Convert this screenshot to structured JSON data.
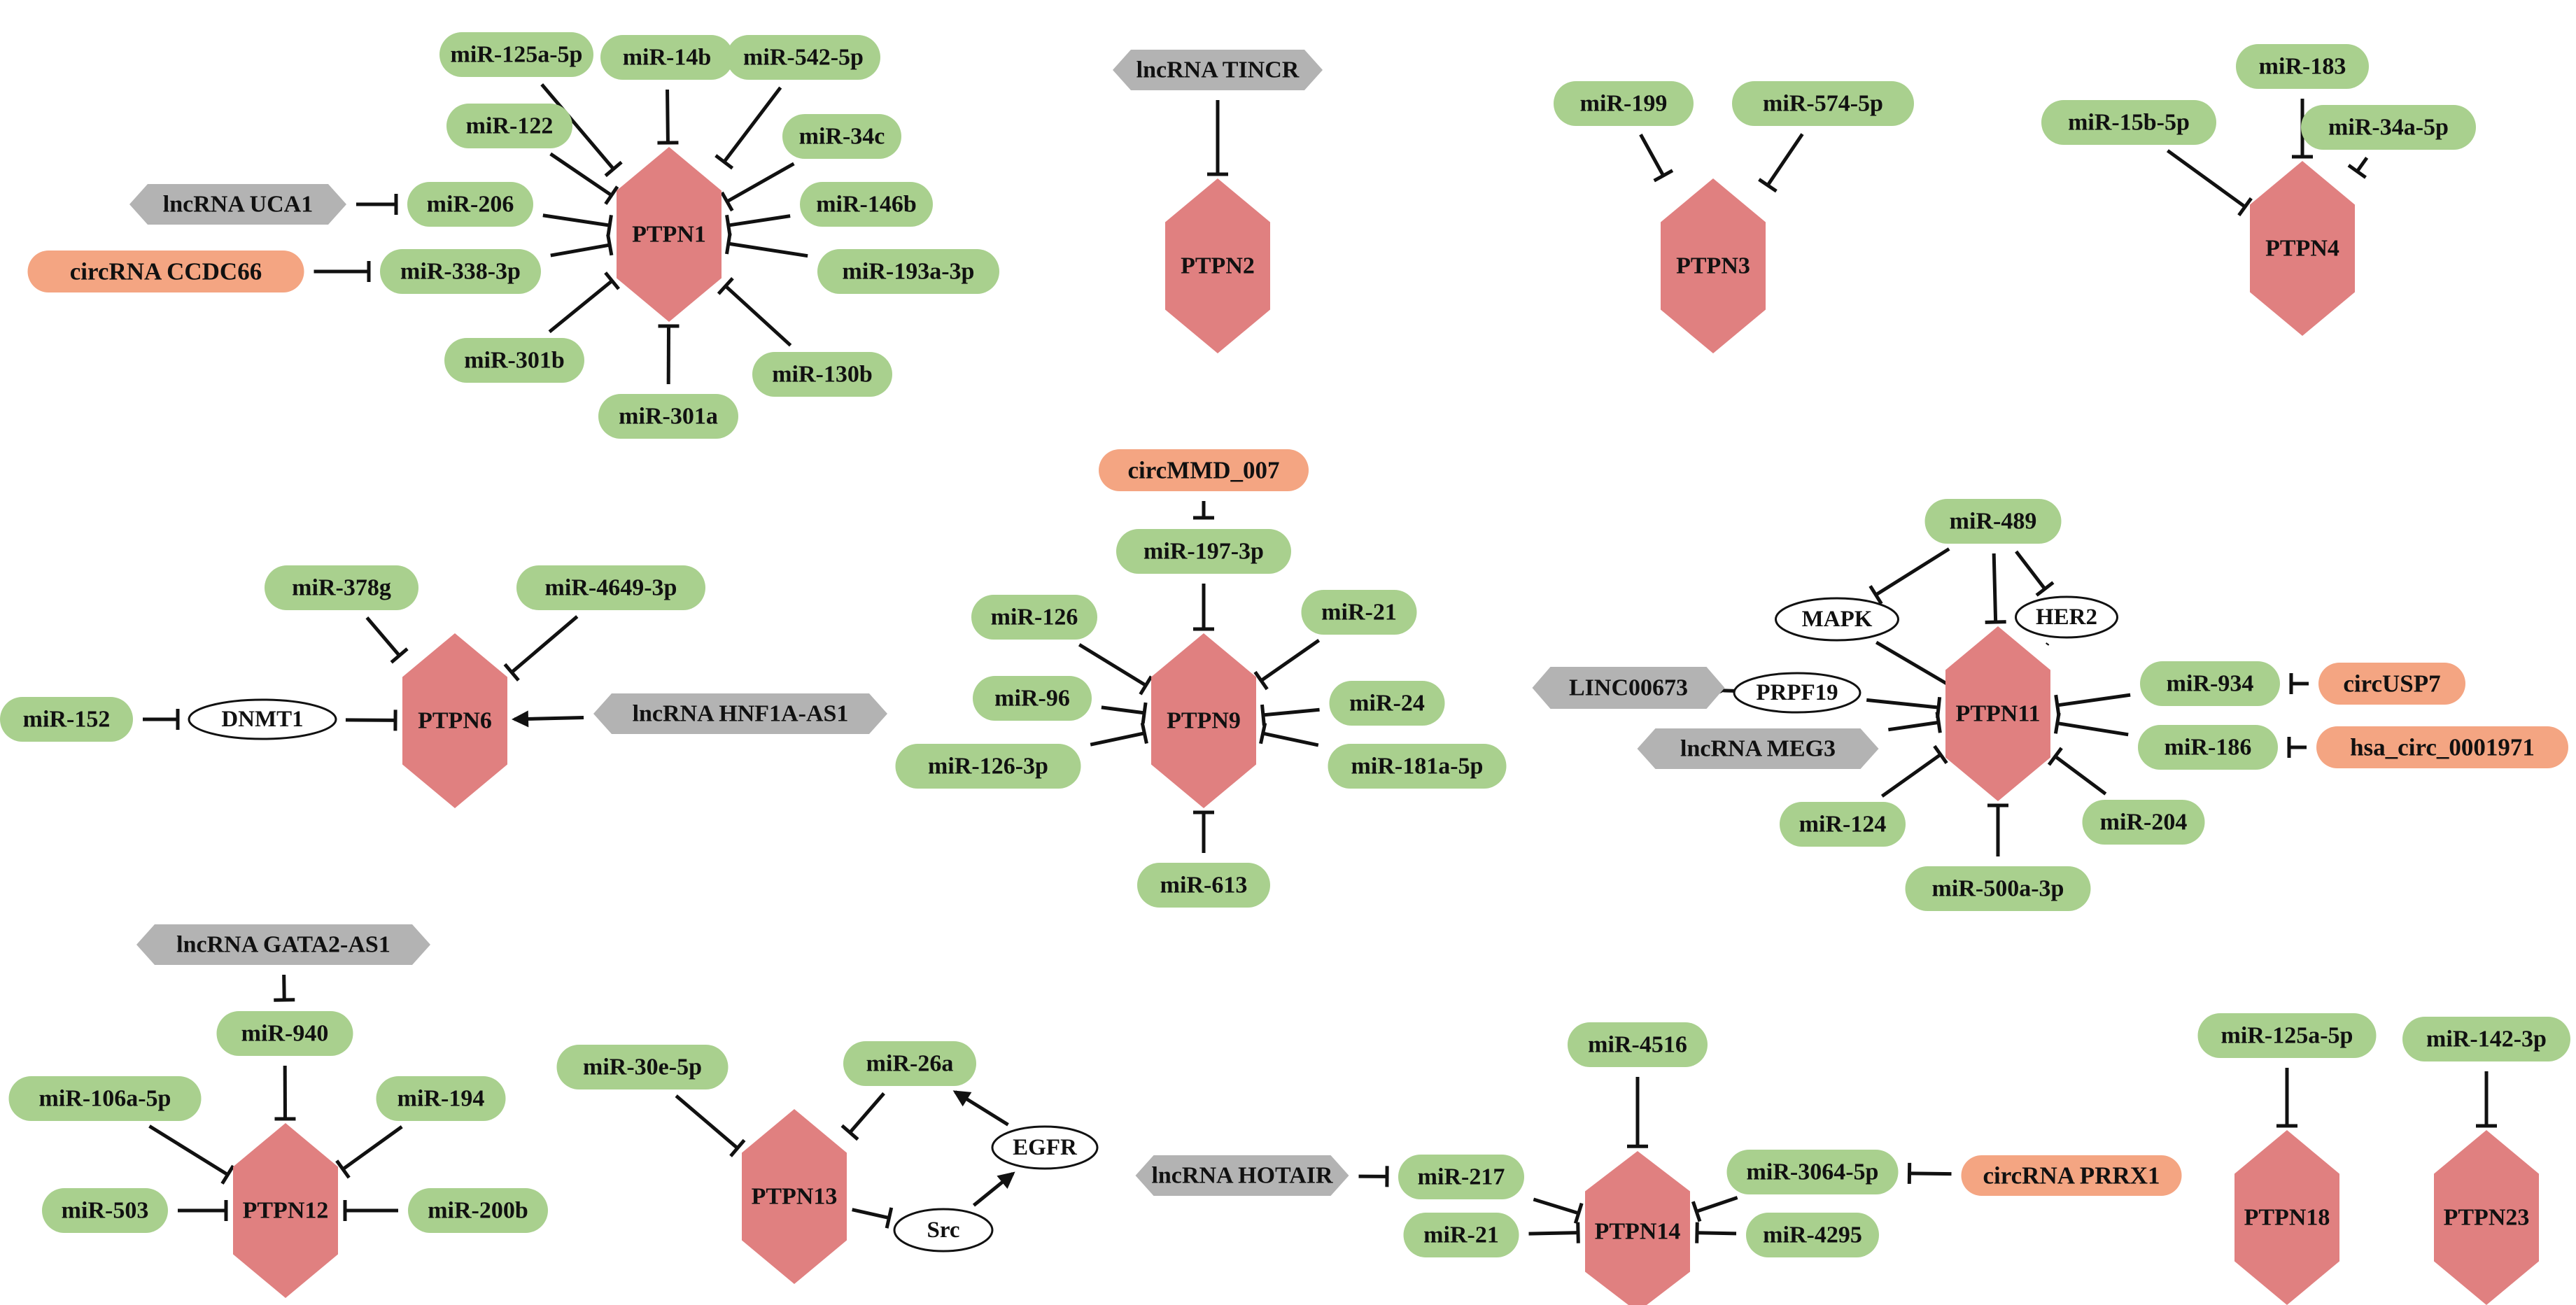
{
  "colors": {
    "mirna": "#a9d08e",
    "protein": "#e08080",
    "circrna": "#f4a582",
    "lncrna": "#b3b3b3",
    "other": "#ffffff",
    "line": "#111111"
  },
  "nodes": [
    {
      "id": "ptpn1",
      "label": "PTPN1",
      "type": "protein"
    },
    {
      "id": "ptpn2",
      "label": "PTPN2",
      "type": "protein"
    },
    {
      "id": "ptpn3",
      "label": "PTPN3",
      "type": "protein"
    },
    {
      "id": "ptpn4",
      "label": "PTPN4",
      "type": "protein"
    },
    {
      "id": "ptpn6",
      "label": "PTPN6",
      "type": "protein"
    },
    {
      "id": "ptpn9",
      "label": "PTPN9",
      "type": "protein"
    },
    {
      "id": "ptpn11",
      "label": "PTPN11",
      "type": "protein"
    },
    {
      "id": "ptpn12",
      "label": "PTPN12",
      "type": "protein"
    },
    {
      "id": "ptpn13",
      "label": "PTPN13",
      "type": "protein"
    },
    {
      "id": "ptpn14",
      "label": "PTPN14",
      "type": "protein"
    },
    {
      "id": "ptpn18",
      "label": "PTPN18",
      "type": "protein"
    },
    {
      "id": "ptpn23",
      "label": "PTPN23",
      "type": "protein"
    },
    {
      "id": "m125a5p",
      "label": "miR-125a-5p",
      "type": "mirna"
    },
    {
      "id": "m14b",
      "label": "miR-14b",
      "type": "mirna"
    },
    {
      "id": "m5425p",
      "label": "miR-542-5p",
      "type": "mirna"
    },
    {
      "id": "m122",
      "label": "miR-122",
      "type": "mirna"
    },
    {
      "id": "m34c",
      "label": "miR-34c",
      "type": "mirna"
    },
    {
      "id": "m206",
      "label": "miR-206",
      "type": "mirna"
    },
    {
      "id": "m146b",
      "label": "miR-146b",
      "type": "mirna"
    },
    {
      "id": "m3383p",
      "label": "miR-338-3p",
      "type": "mirna"
    },
    {
      "id": "m193a3p",
      "label": "miR-193a-3p",
      "type": "mirna"
    },
    {
      "id": "m301b",
      "label": "miR-301b",
      "type": "mirna"
    },
    {
      "id": "m130b",
      "label": "miR-130b",
      "type": "mirna"
    },
    {
      "id": "m301a",
      "label": "miR-301a",
      "type": "mirna"
    },
    {
      "id": "uca1",
      "label": "lncRNA UCA1",
      "type": "lncrna"
    },
    {
      "id": "ccdc66",
      "label": "circRNA CCDC66",
      "type": "circrna"
    },
    {
      "id": "tincr",
      "label": "lncRNA TINCR",
      "type": "lncrna"
    },
    {
      "id": "m199",
      "label": "miR-199",
      "type": "mirna"
    },
    {
      "id": "m5745p",
      "label": "miR-574-5p",
      "type": "mirna"
    },
    {
      "id": "m183",
      "label": "miR-183",
      "type": "mirna"
    },
    {
      "id": "m15b5p",
      "label": "miR-15b-5p",
      "type": "mirna"
    },
    {
      "id": "m34a5p",
      "label": "miR-34a-5p",
      "type": "mirna"
    },
    {
      "id": "m378g",
      "label": "miR-378g",
      "type": "mirna"
    },
    {
      "id": "m46493p",
      "label": "miR-4649-3p",
      "type": "mirna"
    },
    {
      "id": "m152",
      "label": "miR-152",
      "type": "mirna"
    },
    {
      "id": "dnmt1",
      "label": "DNMT1",
      "type": "other"
    },
    {
      "id": "hnf1a",
      "label": "lncRNA HNF1A-AS1",
      "type": "lncrna"
    },
    {
      "id": "circmmd",
      "label": "circMMD_007",
      "type": "circrna"
    },
    {
      "id": "m1973p",
      "label": "miR-197-3p",
      "type": "mirna"
    },
    {
      "id": "m126",
      "label": "miR-126",
      "type": "mirna"
    },
    {
      "id": "m21a",
      "label": "miR-21",
      "type": "mirna"
    },
    {
      "id": "m96",
      "label": "miR-96",
      "type": "mirna"
    },
    {
      "id": "m24",
      "label": "miR-24",
      "type": "mirna"
    },
    {
      "id": "m1263p",
      "label": "miR-126-3p",
      "type": "mirna"
    },
    {
      "id": "m181a5p",
      "label": "miR-181a-5p",
      "type": "mirna"
    },
    {
      "id": "m613",
      "label": "miR-613",
      "type": "mirna"
    },
    {
      "id": "m489",
      "label": "miR-489",
      "type": "mirna"
    },
    {
      "id": "mapk",
      "label": "MAPK",
      "type": "other"
    },
    {
      "id": "her2",
      "label": "HER2",
      "type": "other"
    },
    {
      "id": "linc00673",
      "label": "LINC00673",
      "type": "lncrna"
    },
    {
      "id": "prpf19",
      "label": "PRPF19",
      "type": "other"
    },
    {
      "id": "m934",
      "label": "miR-934",
      "type": "mirna"
    },
    {
      "id": "circusp7",
      "label": "circUSP7",
      "type": "circrna"
    },
    {
      "id": "meg3",
      "label": "lncRNA MEG3",
      "type": "lncrna"
    },
    {
      "id": "m186",
      "label": "miR-186",
      "type": "mirna"
    },
    {
      "id": "hsacirc",
      "label": "hsa_circ_0001971",
      "type": "circrna"
    },
    {
      "id": "m124",
      "label": "miR-124",
      "type": "mirna"
    },
    {
      "id": "m204",
      "label": "miR-204",
      "type": "mirna"
    },
    {
      "id": "m500a3p",
      "label": "miR-500a-3p",
      "type": "mirna"
    },
    {
      "id": "gata2",
      "label": "lncRNA GATA2-AS1",
      "type": "lncrna"
    },
    {
      "id": "m940",
      "label": "miR-940",
      "type": "mirna"
    },
    {
      "id": "m106a5p",
      "label": "miR-106a-5p",
      "type": "mirna"
    },
    {
      "id": "m194",
      "label": "miR-194",
      "type": "mirna"
    },
    {
      "id": "m503",
      "label": "miR-503",
      "type": "mirna"
    },
    {
      "id": "m200b",
      "label": "miR-200b",
      "type": "mirna"
    },
    {
      "id": "m30e5p",
      "label": "miR-30e-5p",
      "type": "mirna"
    },
    {
      "id": "m26a",
      "label": "miR-26a",
      "type": "mirna"
    },
    {
      "id": "egfr",
      "label": "EGFR",
      "type": "other"
    },
    {
      "id": "src",
      "label": "Src",
      "type": "other"
    },
    {
      "id": "m4516",
      "label": "miR-4516",
      "type": "mirna"
    },
    {
      "id": "hotair",
      "label": "lncRNA HOTAIR",
      "type": "lncrna"
    },
    {
      "id": "m217",
      "label": "miR-217",
      "type": "mirna"
    },
    {
      "id": "m21b",
      "label": "miR-21",
      "type": "mirna"
    },
    {
      "id": "m30645p",
      "label": "miR-3064-5p",
      "type": "mirna"
    },
    {
      "id": "m4295",
      "label": "miR-4295",
      "type": "mirna"
    },
    {
      "id": "prrx1",
      "label": "circRNA PRRX1",
      "type": "circrna"
    },
    {
      "id": "m125a5pb",
      "label": "miR-125a-5p",
      "type": "mirna"
    },
    {
      "id": "m1423p",
      "label": "miR-142-3p",
      "type": "mirna"
    }
  ],
  "edges": [
    {
      "from": "m125a5p",
      "to": "ptpn1",
      "kind": "inhibit"
    },
    {
      "from": "m14b",
      "to": "ptpn1",
      "kind": "inhibit"
    },
    {
      "from": "m5425p",
      "to": "ptpn1",
      "kind": "inhibit"
    },
    {
      "from": "m122",
      "to": "ptpn1",
      "kind": "inhibit"
    },
    {
      "from": "m34c",
      "to": "ptpn1",
      "kind": "inhibit"
    },
    {
      "from": "m206",
      "to": "ptpn1",
      "kind": "inhibit"
    },
    {
      "from": "m146b",
      "to": "ptpn1",
      "kind": "inhibit"
    },
    {
      "from": "m3383p",
      "to": "ptpn1",
      "kind": "inhibit"
    },
    {
      "from": "m193a3p",
      "to": "ptpn1",
      "kind": "inhibit"
    },
    {
      "from": "m301b",
      "to": "ptpn1",
      "kind": "inhibit"
    },
    {
      "from": "m130b",
      "to": "ptpn1",
      "kind": "inhibit"
    },
    {
      "from": "m301a",
      "to": "ptpn1",
      "kind": "inhibit"
    },
    {
      "from": "uca1",
      "to": "m206",
      "kind": "inhibit"
    },
    {
      "from": "ccdc66",
      "to": "m3383p",
      "kind": "inhibit"
    },
    {
      "from": "tincr",
      "to": "ptpn2",
      "kind": "inhibit"
    },
    {
      "from": "m199",
      "to": "ptpn3",
      "kind": "inhibit"
    },
    {
      "from": "m5745p",
      "to": "ptpn3",
      "kind": "inhibit"
    },
    {
      "from": "m183",
      "to": "ptpn4",
      "kind": "inhibit"
    },
    {
      "from": "m15b5p",
      "to": "ptpn4",
      "kind": "inhibit"
    },
    {
      "from": "m34a5p",
      "to": "ptpn4",
      "kind": "inhibit"
    },
    {
      "from": "m378g",
      "to": "ptpn6",
      "kind": "inhibit"
    },
    {
      "from": "m46493p",
      "to": "ptpn6",
      "kind": "inhibit"
    },
    {
      "from": "m152",
      "to": "dnmt1",
      "kind": "inhibit"
    },
    {
      "from": "dnmt1",
      "to": "ptpn6",
      "kind": "inhibit"
    },
    {
      "from": "hnf1a",
      "to": "ptpn6",
      "kind": "activate"
    },
    {
      "from": "circmmd",
      "to": "m1973p",
      "kind": "inhibit"
    },
    {
      "from": "m1973p",
      "to": "ptpn9",
      "kind": "inhibit"
    },
    {
      "from": "m126",
      "to": "ptpn9",
      "kind": "inhibit"
    },
    {
      "from": "m21a",
      "to": "ptpn9",
      "kind": "inhibit"
    },
    {
      "from": "m96",
      "to": "ptpn9",
      "kind": "inhibit"
    },
    {
      "from": "m24",
      "to": "ptpn9",
      "kind": "inhibit"
    },
    {
      "from": "m1263p",
      "to": "ptpn9",
      "kind": "inhibit"
    },
    {
      "from": "m181a5p",
      "to": "ptpn9",
      "kind": "inhibit"
    },
    {
      "from": "m613",
      "to": "ptpn9",
      "kind": "inhibit"
    },
    {
      "from": "m489",
      "to": "mapk",
      "kind": "inhibit"
    },
    {
      "from": "m489",
      "to": "her2",
      "kind": "inhibit"
    },
    {
      "from": "m489",
      "to": "ptpn11",
      "kind": "inhibit"
    },
    {
      "from": "mapk",
      "to": "ptpn11",
      "kind": "line"
    },
    {
      "from": "her2",
      "to": "ptpn11",
      "kind": "line"
    },
    {
      "from": "linc00673",
      "to": "prpf19",
      "kind": "activate"
    },
    {
      "from": "prpf19",
      "to": "ptpn11",
      "kind": "inhibit"
    },
    {
      "from": "meg3",
      "to": "ptpn11",
      "kind": "inhibit"
    },
    {
      "from": "m934",
      "to": "ptpn11",
      "kind": "inhibit"
    },
    {
      "from": "circusp7",
      "to": "m934",
      "kind": "inhibit"
    },
    {
      "from": "m186",
      "to": "ptpn11",
      "kind": "inhibit"
    },
    {
      "from": "hsacirc",
      "to": "m186",
      "kind": "inhibit"
    },
    {
      "from": "m124",
      "to": "ptpn11",
      "kind": "inhibit"
    },
    {
      "from": "m204",
      "to": "ptpn11",
      "kind": "inhibit"
    },
    {
      "from": "m500a3p",
      "to": "ptpn11",
      "kind": "inhibit"
    },
    {
      "from": "gata2",
      "to": "m940",
      "kind": "inhibit"
    },
    {
      "from": "m940",
      "to": "ptpn12",
      "kind": "inhibit"
    },
    {
      "from": "m106a5p",
      "to": "ptpn12",
      "kind": "inhibit"
    },
    {
      "from": "m194",
      "to": "ptpn12",
      "kind": "inhibit"
    },
    {
      "from": "m503",
      "to": "ptpn12",
      "kind": "inhibit"
    },
    {
      "from": "m200b",
      "to": "ptpn12",
      "kind": "inhibit"
    },
    {
      "from": "m30e5p",
      "to": "ptpn13",
      "kind": "inhibit"
    },
    {
      "from": "m26a",
      "to": "ptpn13",
      "kind": "inhibit"
    },
    {
      "from": "ptpn13",
      "to": "src",
      "kind": "inhibit"
    },
    {
      "from": "src",
      "to": "egfr",
      "kind": "activate"
    },
    {
      "from": "egfr",
      "to": "m26a",
      "kind": "activate"
    },
    {
      "from": "m4516",
      "to": "ptpn14",
      "kind": "inhibit"
    },
    {
      "from": "hotair",
      "to": "m217",
      "kind": "inhibit"
    },
    {
      "from": "m217",
      "to": "ptpn14",
      "kind": "inhibit"
    },
    {
      "from": "m21b",
      "to": "ptpn14",
      "kind": "inhibit"
    },
    {
      "from": "m30645p",
      "to": "ptpn14",
      "kind": "inhibit"
    },
    {
      "from": "m4295",
      "to": "ptpn14",
      "kind": "inhibit"
    },
    {
      "from": "prrx1",
      "to": "m30645p",
      "kind": "inhibit"
    },
    {
      "from": "m125a5pb",
      "to": "ptpn18",
      "kind": "inhibit"
    },
    {
      "from": "m1423p",
      "to": "ptpn23",
      "kind": "inhibit"
    }
  ]
}
